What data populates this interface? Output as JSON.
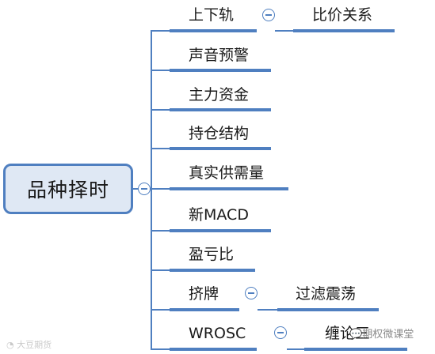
{
  "root": {
    "label": "品种择时"
  },
  "branches": [
    {
      "label": "上下轨",
      "child": "比价关系"
    },
    {
      "label": "声音预警"
    },
    {
      "label": "主力资金"
    },
    {
      "label": "持仓结构"
    },
    {
      "label": "真实供需量"
    },
    {
      "label": "新MACD"
    },
    {
      "label": "盈亏比"
    },
    {
      "label": "挤牌",
      "child": "过滤震荡"
    },
    {
      "label": "WROSC",
      "child": "缠论三"
    }
  ],
  "watermark": {
    "left": "大豆期货",
    "right": "期权微课堂"
  },
  "colors": {
    "line": "#4f7fc0",
    "root_fill": "#dfe8f4",
    "text": "#1a1a1a"
  }
}
